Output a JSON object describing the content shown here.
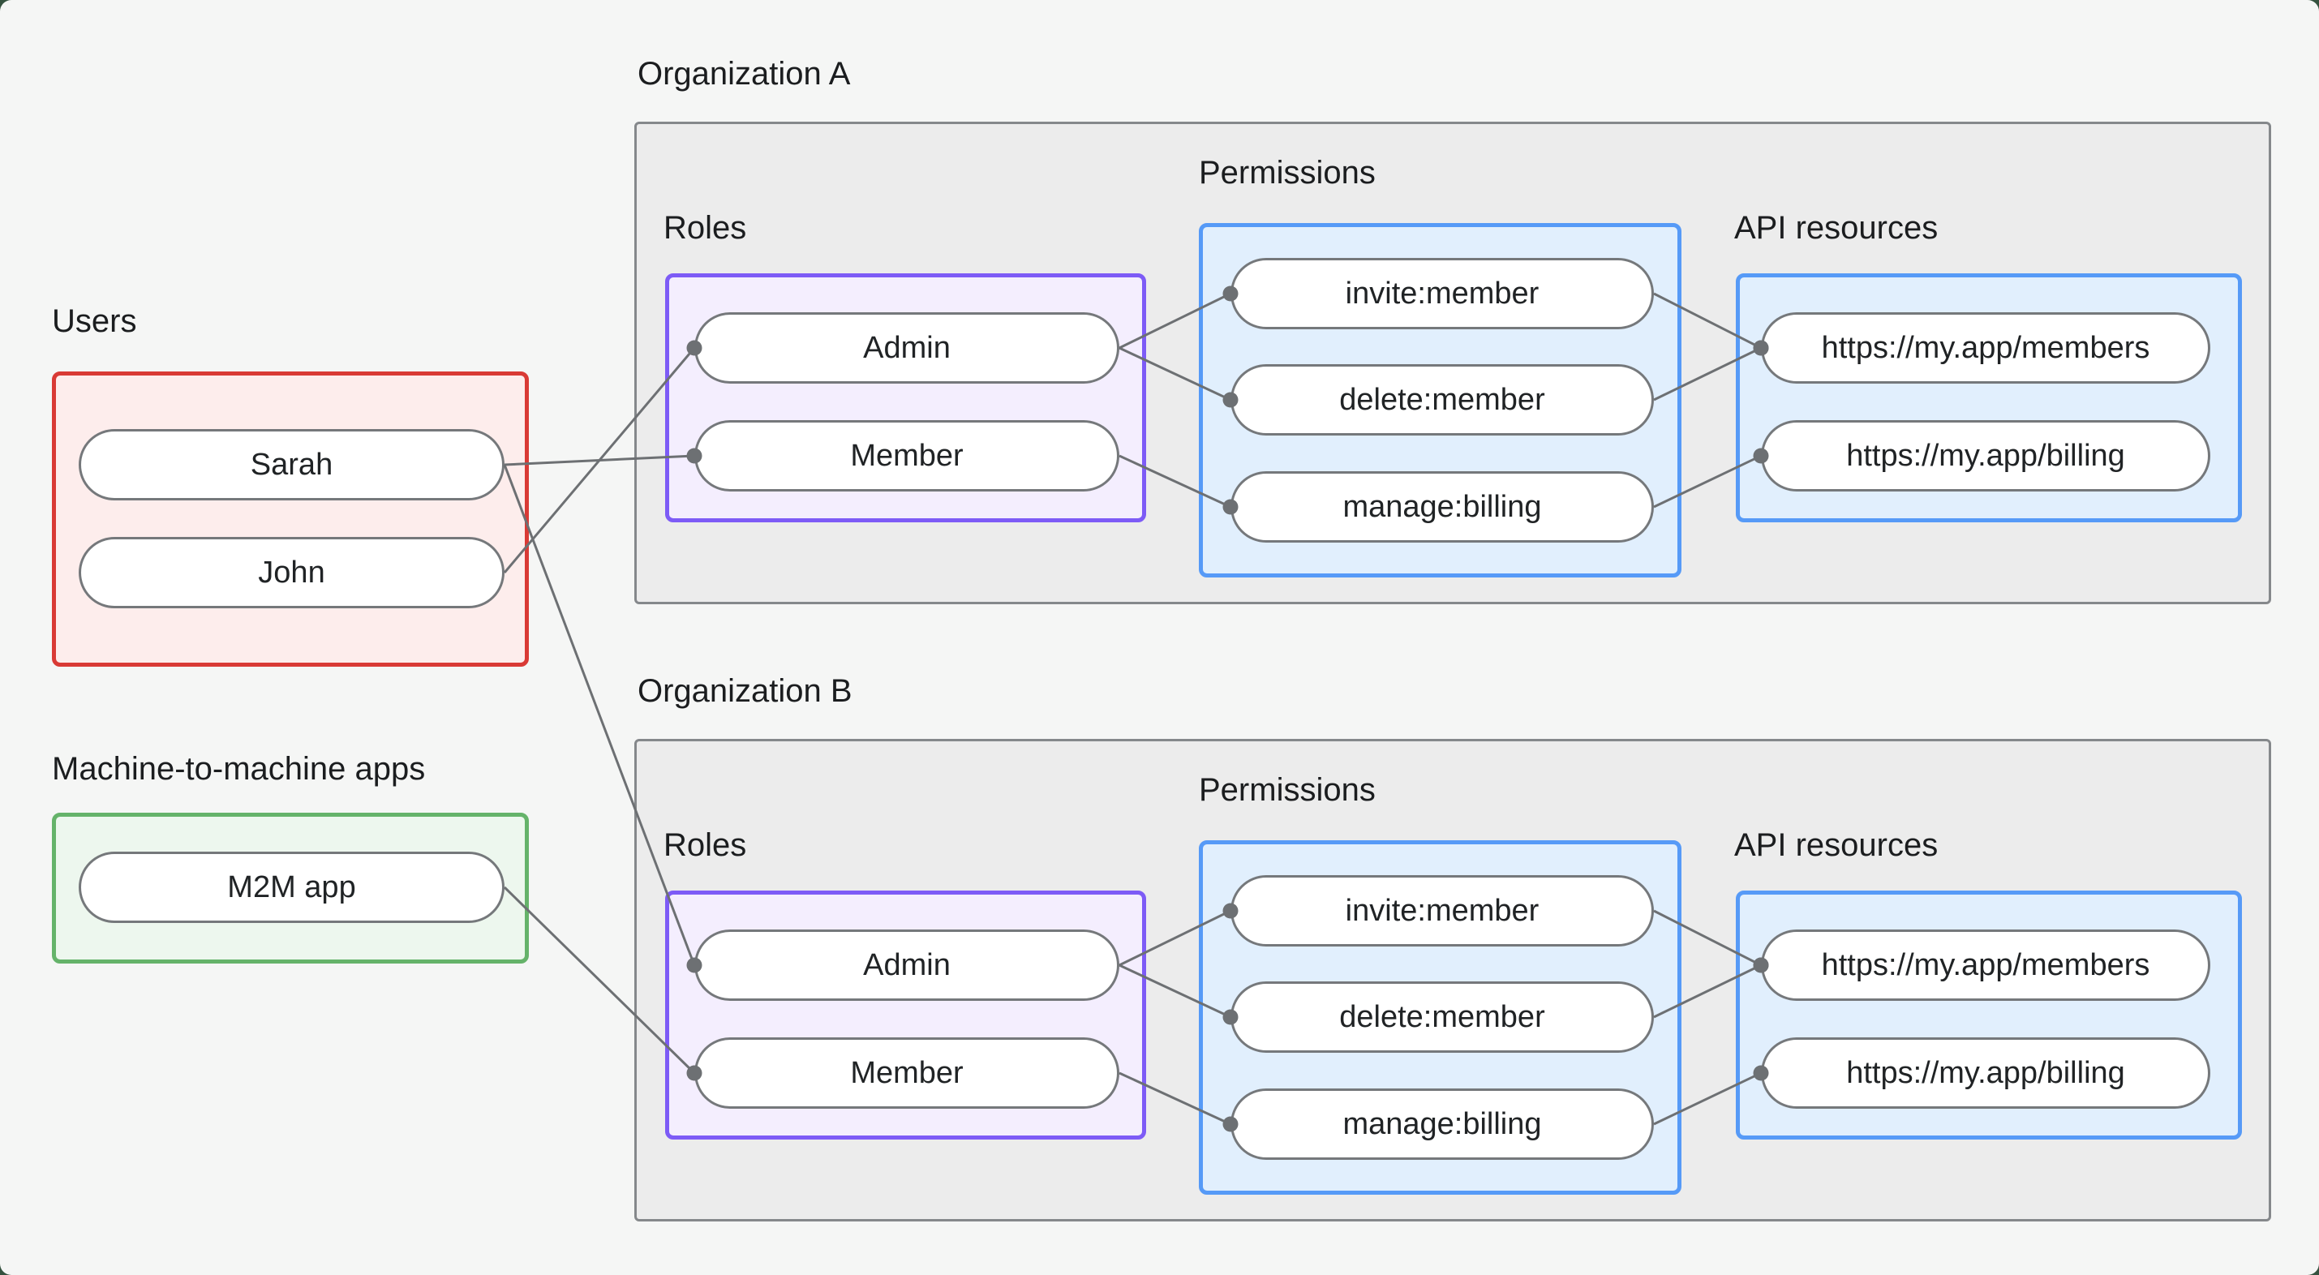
{
  "page": {
    "background": "#f5f6f5",
    "outer_background": "#35523f"
  },
  "colors": {
    "users_border": "#d93a35",
    "users_fill": "#fdedec",
    "m2m_border": "#65b36a",
    "m2m_fill": "#edf7ee",
    "roles_border": "#7d5bf6",
    "roles_fill": "#f4eefe",
    "permissions_border": "#569af7",
    "permissions_fill": "#e1effd",
    "org_border": "#85888b",
    "org_fill": "#ececec",
    "pill_border": "#75787b",
    "wire": "#6d7073",
    "text": "#1b1d1f"
  },
  "users_group": {
    "label": "Users",
    "items": [
      "Sarah",
      "John"
    ]
  },
  "m2m_group": {
    "label": "Machine-to-machine apps",
    "items": [
      "M2M app"
    ]
  },
  "orgs": [
    {
      "title": "Organization A",
      "roles_label": "Roles",
      "permissions_label": "Permissions",
      "api_label": "API resources",
      "roles": [
        "Admin",
        "Member"
      ],
      "permissions": [
        "invite:member",
        "delete:member",
        "manage:billing"
      ],
      "resources": [
        "https://my.app/members",
        "https://my.app/billing"
      ]
    },
    {
      "title": "Organization B",
      "roles_label": "Roles",
      "permissions_label": "Permissions",
      "api_label": "API resources",
      "roles": [
        "Admin",
        "Member"
      ],
      "permissions": [
        "invite:member",
        "delete:member",
        "manage:billing"
      ],
      "resources": [
        "https://my.app/members",
        "https://my.app/billing"
      ]
    }
  ],
  "edges": [
    {
      "from": "user-sarah",
      "to": "org0-role-1"
    },
    {
      "from": "user-john",
      "to": "org0-role-0"
    },
    {
      "from": "user-sarah",
      "to": "org1-role-0"
    },
    {
      "from": "m2m-app",
      "to": "org1-role-1"
    },
    {
      "from": "org0-role-0",
      "to": "org0-perm-0"
    },
    {
      "from": "org0-role-0",
      "to": "org0-perm-1"
    },
    {
      "from": "org0-role-1",
      "to": "org0-perm-2"
    },
    {
      "from": "org0-perm-0",
      "to": "org0-res-0"
    },
    {
      "from": "org0-perm-1",
      "to": "org0-res-0"
    },
    {
      "from": "org0-perm-2",
      "to": "org0-res-1"
    },
    {
      "from": "org1-role-0",
      "to": "org1-perm-0"
    },
    {
      "from": "org1-role-0",
      "to": "org1-perm-1"
    },
    {
      "from": "org1-role-1",
      "to": "org1-perm-2"
    },
    {
      "from": "org1-perm-0",
      "to": "org1-res-0"
    },
    {
      "from": "org1-perm-1",
      "to": "org1-res-0"
    },
    {
      "from": "org1-perm-2",
      "to": "org1-res-1"
    }
  ]
}
